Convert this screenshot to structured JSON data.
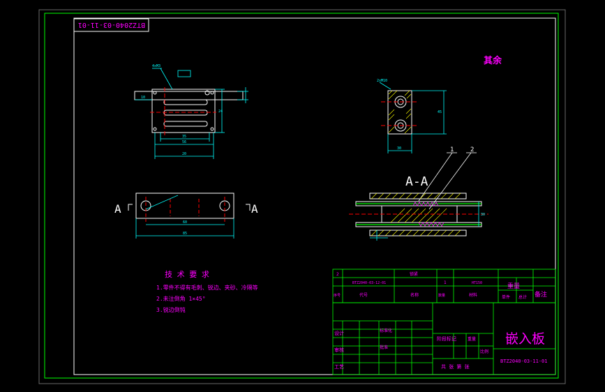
{
  "drawing": {
    "part_number_rotated": "BTZ2040-03-11-01",
    "roughness_note": "其余",
    "section_label": "A-A",
    "section_mark_left": "A",
    "section_mark_right": "A",
    "leader_numbers": [
      "1",
      "2"
    ],
    "hole_note_top": "4xM3",
    "hole_note_right": "2xM10",
    "dimensions": {
      "top_view": [
        "10",
        "24",
        "35",
        "56",
        "20"
      ],
      "right_view": [
        "45",
        "30"
      ],
      "front_view": [
        "60",
        "85"
      ],
      "section_view": [
        "30"
      ]
    }
  },
  "notes": {
    "title": "技 术 要 求",
    "items": [
      "1.零件不得有毛刺、锐边、夹砂、冷隔等",
      "2.未注倒角 1×45°",
      "3.锐边倒钝"
    ]
  },
  "title_block": {
    "part_name": "嵌入板",
    "drawing_number": "BTZ2040-03-11-01",
    "bom_row": {
      "seq": "2",
      "code": "BTZ2040-03-12-01",
      "name": "锁紧",
      "qty": "1",
      "material": "HT150"
    },
    "bom_headers": [
      "序号",
      "代号",
      "名称",
      "数量",
      "材料",
      "单件",
      "总计",
      "备注"
    ],
    "weight_header": "重量",
    "labels": {
      "design": "设计",
      "check": "审核",
      "process": "工艺",
      "standard": "标准化",
      "approve": "批准",
      "stage_mark": "阶段标记",
      "weight": "重量",
      "scale": "比例",
      "sheet": "共  张  第  张"
    }
  },
  "colors": {
    "frame": "#00ff00",
    "geometry": "#ffffff",
    "dimension": "#00ffff",
    "text": "#ff00ff",
    "hatch": "#ffff00",
    "centerline": "#ff0000"
  }
}
